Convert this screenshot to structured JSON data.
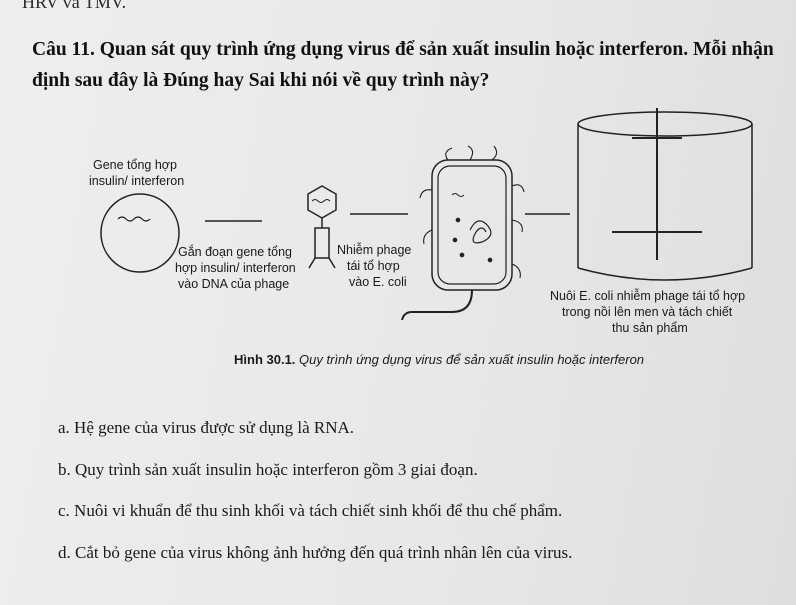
{
  "header_fragment": "HRV và TMV.",
  "question": {
    "text": "Câu 11. Quan sát quy trình ứng dụng virus để sản xuất insulin hoặc interferon. Mỗi nhận định sau đây là Đúng hay Sai khi nói về quy trình này?"
  },
  "figure": {
    "label_gene_line1": "Gene tổng hợp",
    "label_gene_line2": "insulin/ interferon",
    "label_step1_line1": "Gắn đoạn gene tổng",
    "label_step1_line2": "hợp insulin/ interferon",
    "label_step1_line3": "vào DNA của phage",
    "label_step2_line1": "Nhiễm phage",
    "label_step2_line2": "tái tổ hợp",
    "label_step2_line3": "vào E. coli",
    "label_step3_line1": "Nuôi E. coli nhiễm phage tái tổ hợp",
    "label_step3_line2": "trong nồi lên men và tách chiết",
    "label_step3_line3": "thu sản phẩm",
    "caption_number": "Hình 30.1.",
    "caption_text": "Quy trình ứng dụng virus để sản xuất insulin hoặc interferon"
  },
  "options": [
    {
      "text": "a. Hệ gene của virus được sử dụng là RNA."
    },
    {
      "text": "b. Quy trình sản xuất insulin hoặc interferon gồm 3 giai đoạn."
    },
    {
      "text": "c. Nuôi vi khuẩn để thu sinh khối và tách chiết sinh khối để thu chế phẩm."
    },
    {
      "text": "d. Cắt bỏ gene của virus không ảnh hưởng đến quá trình nhân lên của virus."
    }
  ]
}
